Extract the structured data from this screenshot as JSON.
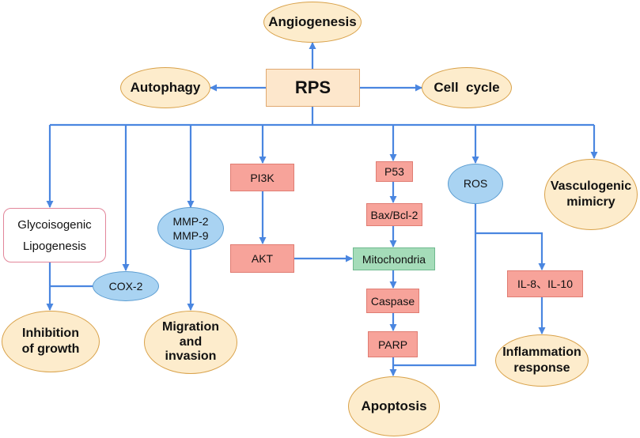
{
  "nodes": {
    "rps": "RPS",
    "angiogenesis": "Angiogenesis",
    "autophagy": "Autophagy",
    "cell_cycle": "Cell  cycle",
    "glyco_line1": "Glycoisogenic",
    "glyco_line2": "Lipogenesis",
    "cox2": "COX-2",
    "inhibition": "Inhibition\nof growth",
    "mmp_line1": "MMP-2",
    "mmp_line2": "MMP-9",
    "migration": "Migration\nand\ninvasion",
    "pi3k": "PI3K",
    "akt": "AKT",
    "p53": "P53",
    "bax": "Bax/Bcl-2",
    "mito": "Mitochondria",
    "caspase": "Caspase",
    "parp": "PARP",
    "apoptosis": "Apoptosis",
    "ros": "ROS",
    "il": "IL-8、IL-10",
    "inflammation": "Inflammation\nresponse",
    "vasculogenic": "Vasculogenic\nmimicry"
  },
  "colors": {
    "edge": "#4a86e0",
    "ellipse_fill": "#fdeccc",
    "ellipse_border": "#d9a24a",
    "rect_fill": "#f7a39a",
    "mito_fill": "#a5dcb9",
    "blue_fill": "#a9d3f2"
  }
}
